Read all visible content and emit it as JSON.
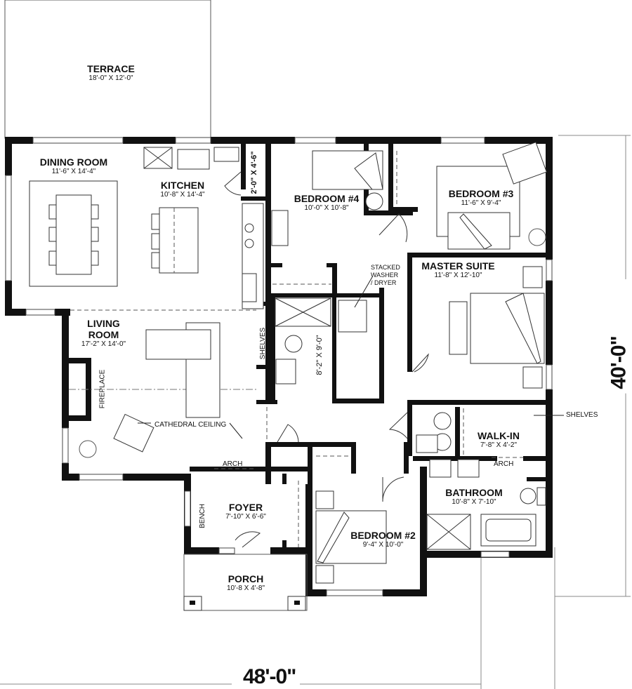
{
  "plan": {
    "overall_width": "48'-0\"",
    "overall_depth": "40'-0\""
  },
  "rooms": {
    "terrace": {
      "name": "TERRACE",
      "size": "18'-0\" X 12'-0\""
    },
    "dining": {
      "name": "DINING ROOM",
      "size": "11'-6\" X 14'-4\""
    },
    "kitchen": {
      "name": "KITCHEN",
      "size": "10'-8\" X 14'-4\""
    },
    "pantry": {
      "size": "2'-0\" X 4'-6\""
    },
    "bedroom4": {
      "name": "BEDROOM #4",
      "size": "10'-0\" X 10'-8\""
    },
    "bedroom3": {
      "name": "BEDROOM #3",
      "size": "11'-6\" X 9'-4\""
    },
    "master": {
      "name": "MASTER SUITE",
      "size": "11'-8\" X 12'-10\""
    },
    "living": {
      "name_line1": "LIVING",
      "name_line2": "ROOM",
      "size": "17'-2\" X 14'-0\""
    },
    "bath_hall": {
      "size": "8'-2\" X 9'-0\""
    },
    "walkin": {
      "name": "WALK-IN",
      "size": "7'-8\" X 4'-2\""
    },
    "bathroom": {
      "name": "BATHROOM",
      "size": "10'-8\" X 7'-10\""
    },
    "foyer": {
      "name": "FOYER",
      "size": "7'-10\" X 6'-6\""
    },
    "bedroom2": {
      "name": "BEDROOM #2",
      "size": "9'-4\" X 10'-0\""
    },
    "porch": {
      "name": "PORCH",
      "size": "10'-8 X 4'-8\""
    }
  },
  "notes": {
    "stacked_line1": "STACKED",
    "stacked_line2": "WASHER",
    "stacked_line3": "/ DRYER",
    "shelves_hall": "SHELVES",
    "shelves_walkin": "SHELVES",
    "fireplace": "FIREPLACE",
    "cathedral": "CATHEDRAL CEILING",
    "arch_living": "ARCH",
    "arch_bath": "ARCH",
    "bench": "BENCH"
  }
}
